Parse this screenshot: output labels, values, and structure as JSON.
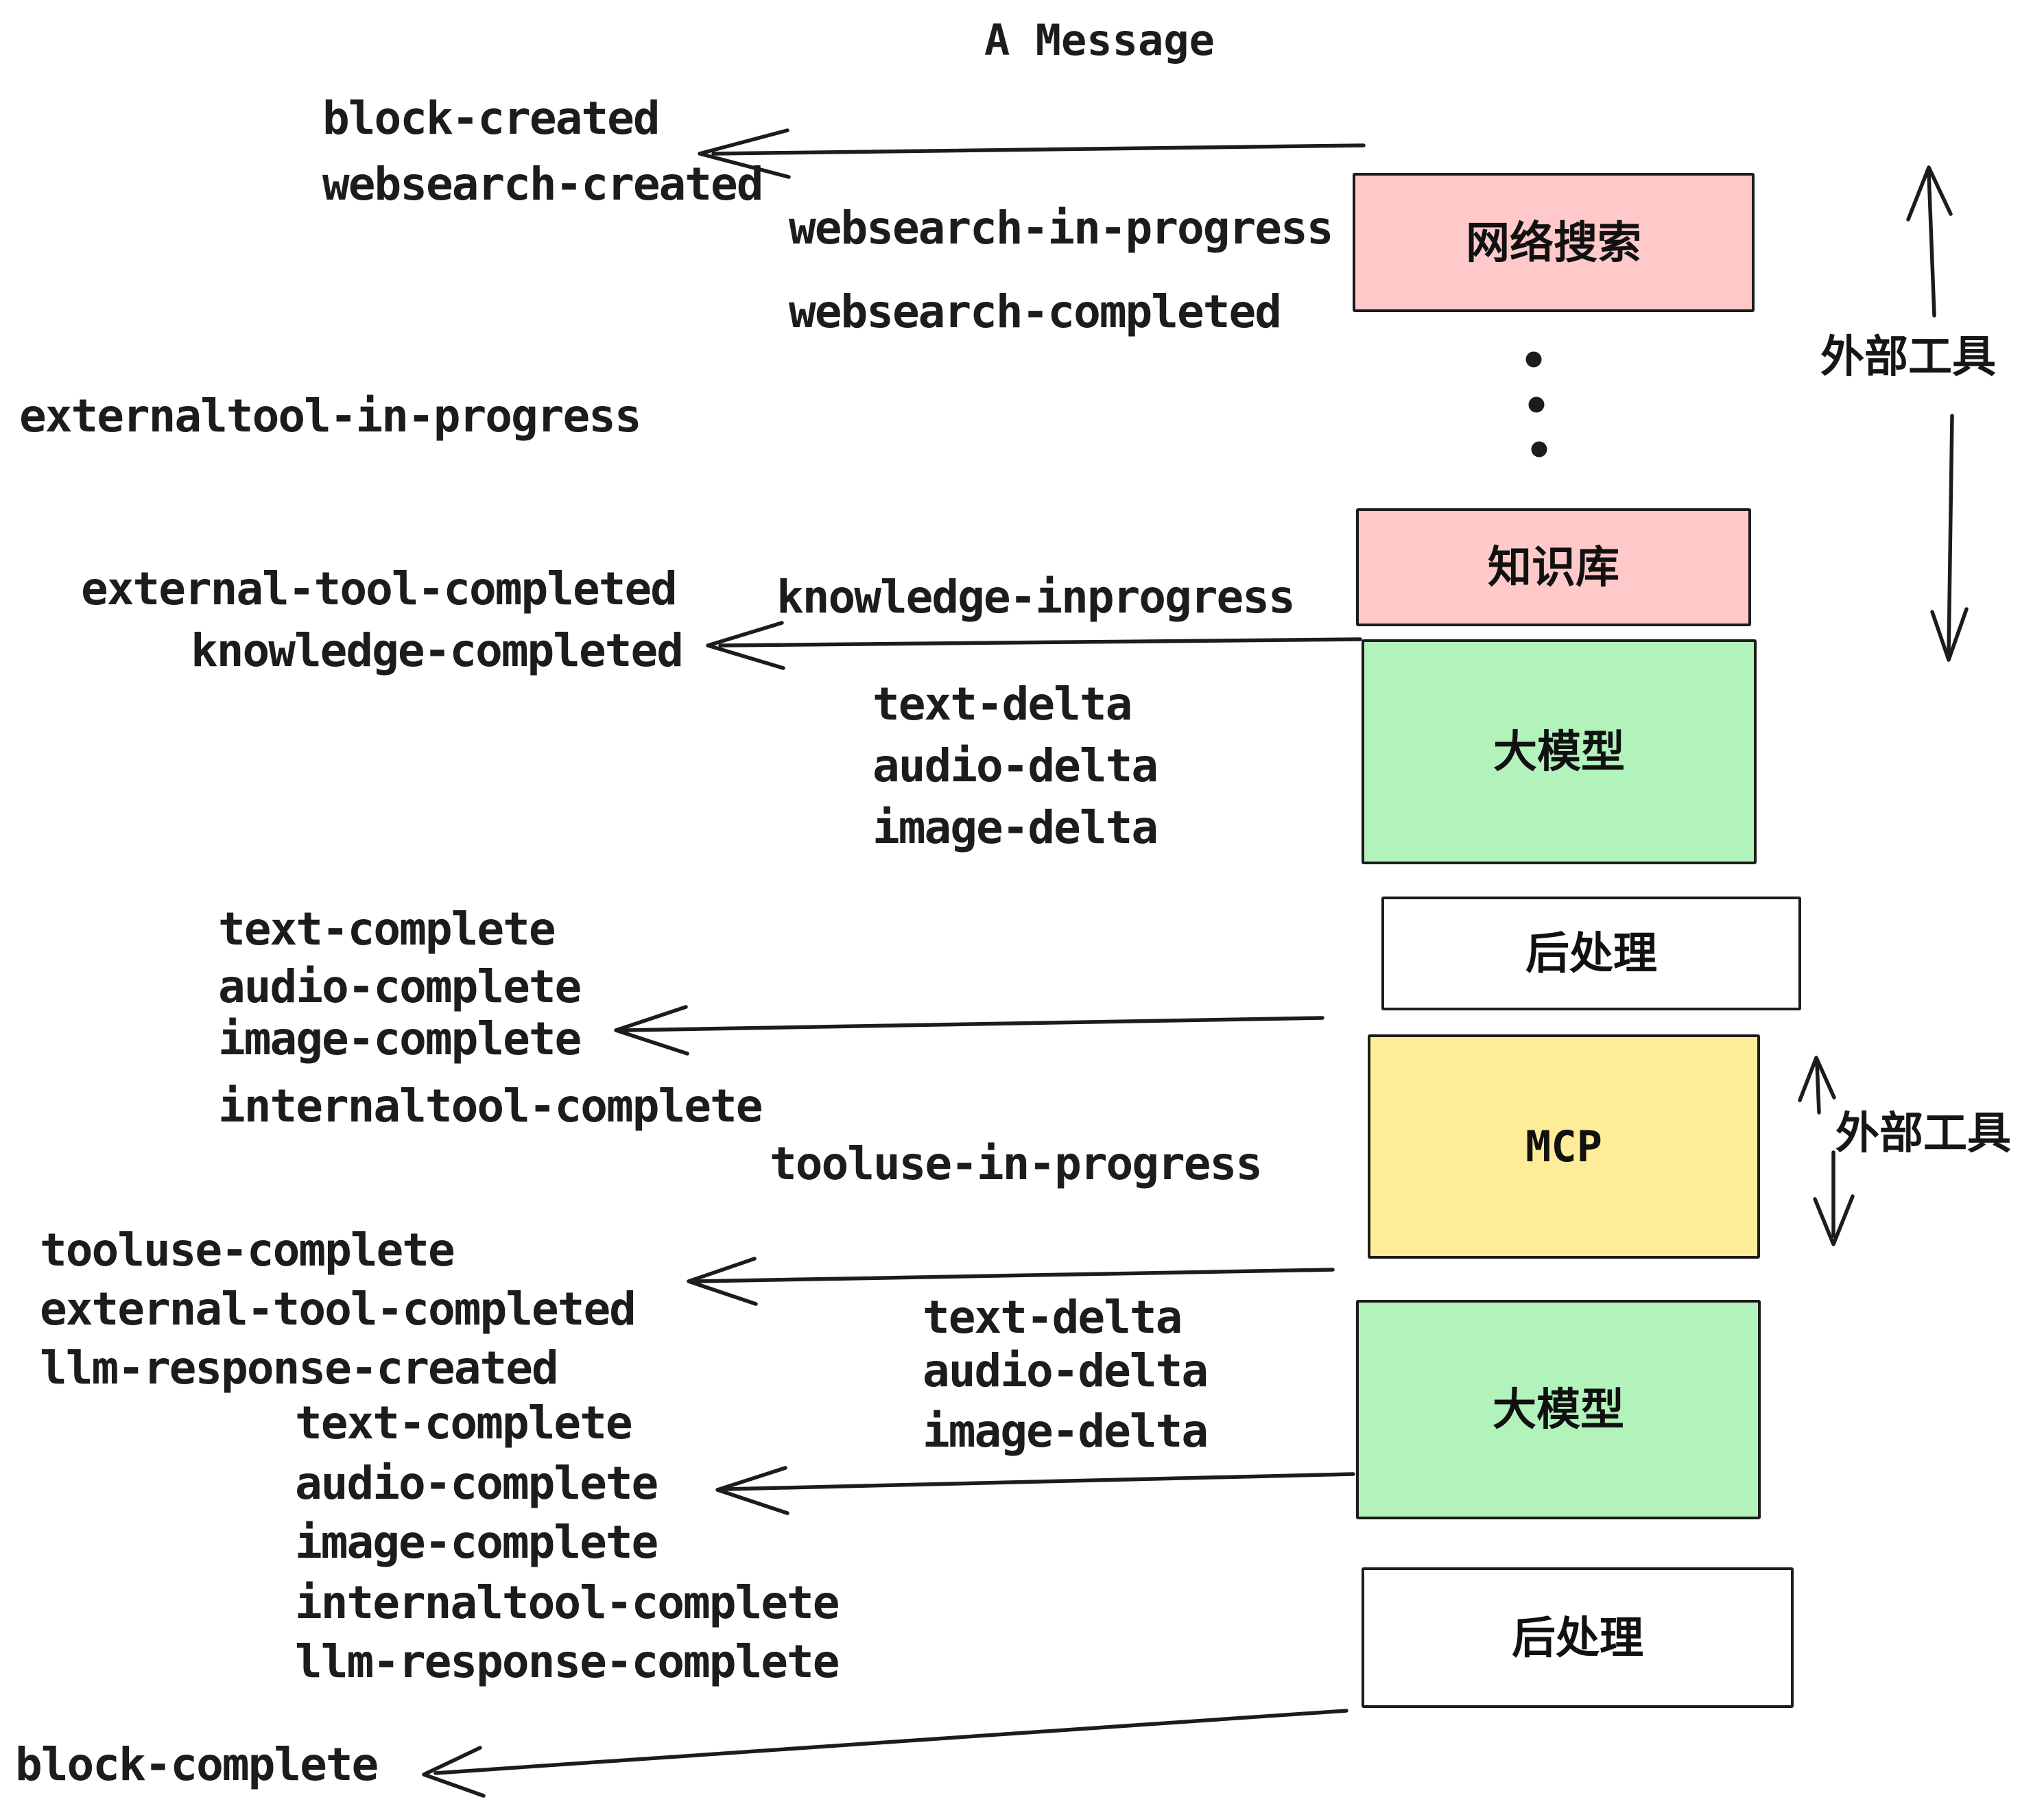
{
  "title": "A Message",
  "colors": {
    "pink": "#ffc9c9",
    "green": "#b2f2bb",
    "yellow": "#ffec99",
    "white": "#ffffff",
    "stroke": "#1c1c1c"
  },
  "boxes": [
    {
      "id": "websearch",
      "label": "网络搜索",
      "fill": "#ffc9c9"
    },
    {
      "id": "knowledge",
      "label": "知识库",
      "fill": "#ffc9c9"
    },
    {
      "id": "llm-1",
      "label": "大模型",
      "fill": "#b2f2bb"
    },
    {
      "id": "post-1",
      "label": "后处理",
      "fill": "#ffffff"
    },
    {
      "id": "mcp",
      "label": "MCP",
      "fill": "#ffec99"
    },
    {
      "id": "llm-2",
      "label": "大模型",
      "fill": "#b2f2bb"
    },
    {
      "id": "post-2",
      "label": "后处理",
      "fill": "#ffffff"
    }
  ],
  "side_labels": {
    "top": "外部工具",
    "bottom": "外部工具"
  },
  "events": {
    "block_created": "block-created",
    "websearch_created": "websearch-created",
    "websearch_in_progress": "websearch-in-progress",
    "websearch_completed": "websearch-completed",
    "externaltool_in_progress": "externaltool-in-progress",
    "knowledge_inprogress": "knowledge-inprogress",
    "external_tool_completed_1": "external-tool-completed",
    "knowledge_completed": "knowledge-completed",
    "text_delta_1": "text-delta",
    "audio_delta_1": "audio-delta",
    "image_delta_1": "image-delta",
    "text_complete_1": "text-complete",
    "audio_complete_1": "audio-complete",
    "image_complete_1": "image-complete",
    "internaltool_complete_1": "internaltool-complete",
    "tooluse_in_progress": "tooluse-in-progress",
    "tooluse_complete": "tooluse-complete",
    "external_tool_completed_2": "external-tool-completed",
    "llm_response_created": "llm-response-created",
    "text_complete_2": "text-complete",
    "audio_complete_2": "audio-complete",
    "image_complete_2": "image-complete",
    "internaltool_complete_2": "internaltool-complete",
    "llm_response_complete": "llm-response-complete",
    "block_complete": "block-complete",
    "text_delta_2": "text-delta",
    "audio_delta_2": "audio-delta",
    "image_delta_2": "image-delta"
  }
}
